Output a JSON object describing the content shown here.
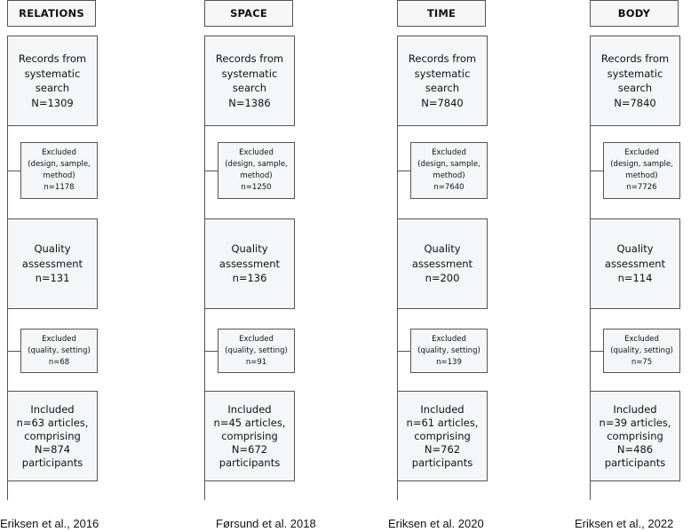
{
  "columns": [
    {
      "header": "RELATIONS",
      "records": [
        "Records from",
        "systematic",
        "search",
        "N=1309"
      ],
      "excluded1": [
        "Excluded",
        "(design, sample,",
        "method)",
        "n=1178"
      ],
      "quality": [
        "Quality",
        "assessment",
        "n=131"
      ],
      "excluded2": [
        "Excluded",
        "(quality, setting)",
        "n=68"
      ],
      "included": [
        "Included",
        "n=63 articles,",
        "comprising",
        "N=874",
        "participants"
      ],
      "citation": "Eriksen et al., 2016"
    },
    {
      "header": "SPACE",
      "records": [
        "Records from",
        "systematic",
        "search",
        "N=1386"
      ],
      "excluded1": [
        "Excluded",
        "(design, sample,",
        "method)",
        "n=1250"
      ],
      "quality": [
        "Quality",
        "assessment",
        "n=136"
      ],
      "excluded2": [
        "Excluded",
        "(quality, setting)",
        "n=91"
      ],
      "included": [
        "Included",
        "n=45 articles,",
        "comprising",
        "N=672",
        "participants"
      ],
      "citation": "Førsund et al. 2018"
    },
    {
      "header": "TIME",
      "records": [
        "Records from",
        "systematic",
        "search",
        "N=7840"
      ],
      "excluded1": [
        "Excluded",
        "(design, sample,",
        "method)",
        "n=7640"
      ],
      "quality": [
        "Quality",
        "assessment",
        "n=200"
      ],
      "excluded2": [
        "Excluded",
        "(quality, setting)",
        "n=139"
      ],
      "included": [
        "Included",
        "n=61 articles,",
        "comprising",
        "N=762",
        "participants"
      ],
      "citation": "Eriksen et al. 2020"
    },
    {
      "header": "BODY",
      "records": [
        "Records from",
        "systematic",
        "search",
        "N=7840"
      ],
      "excluded1": [
        "Excluded",
        "(design, sample,",
        "method)",
        "n=7726"
      ],
      "quality": [
        "Quality",
        "assessment",
        "n=114"
      ],
      "excluded2": [
        "Excluded",
        "(quality, setting)",
        "n=75"
      ],
      "included": [
        "Included",
        "n=39 articles,",
        "comprising",
        "N=486",
        "participants"
      ],
      "citation": "Eriksen et al., 2022"
    }
  ]
}
